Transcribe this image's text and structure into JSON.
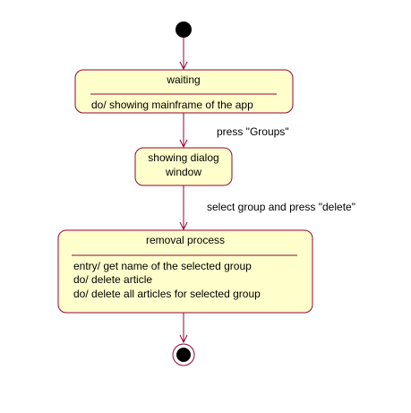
{
  "colors": {
    "state_fill": "#ffffcc",
    "state_border": "#990033",
    "transition_line": "#990033",
    "initial_node": "#000000",
    "background": "#ffffff"
  },
  "states": {
    "waiting": {
      "name": "waiting",
      "activities": [
        "do/ showing mainframe of the app"
      ]
    },
    "showing_dialog": {
      "name_line1": "showing dialog",
      "name_line2": "window"
    },
    "removal": {
      "name": "removal process",
      "activities": [
        "entry/ get name of the selected group",
        "do/ delete article",
        "do/ delete all articles for selected group"
      ]
    }
  },
  "transitions": {
    "to_dialog": "press \"Groups\"",
    "to_removal": "select group and press \"delete\""
  }
}
